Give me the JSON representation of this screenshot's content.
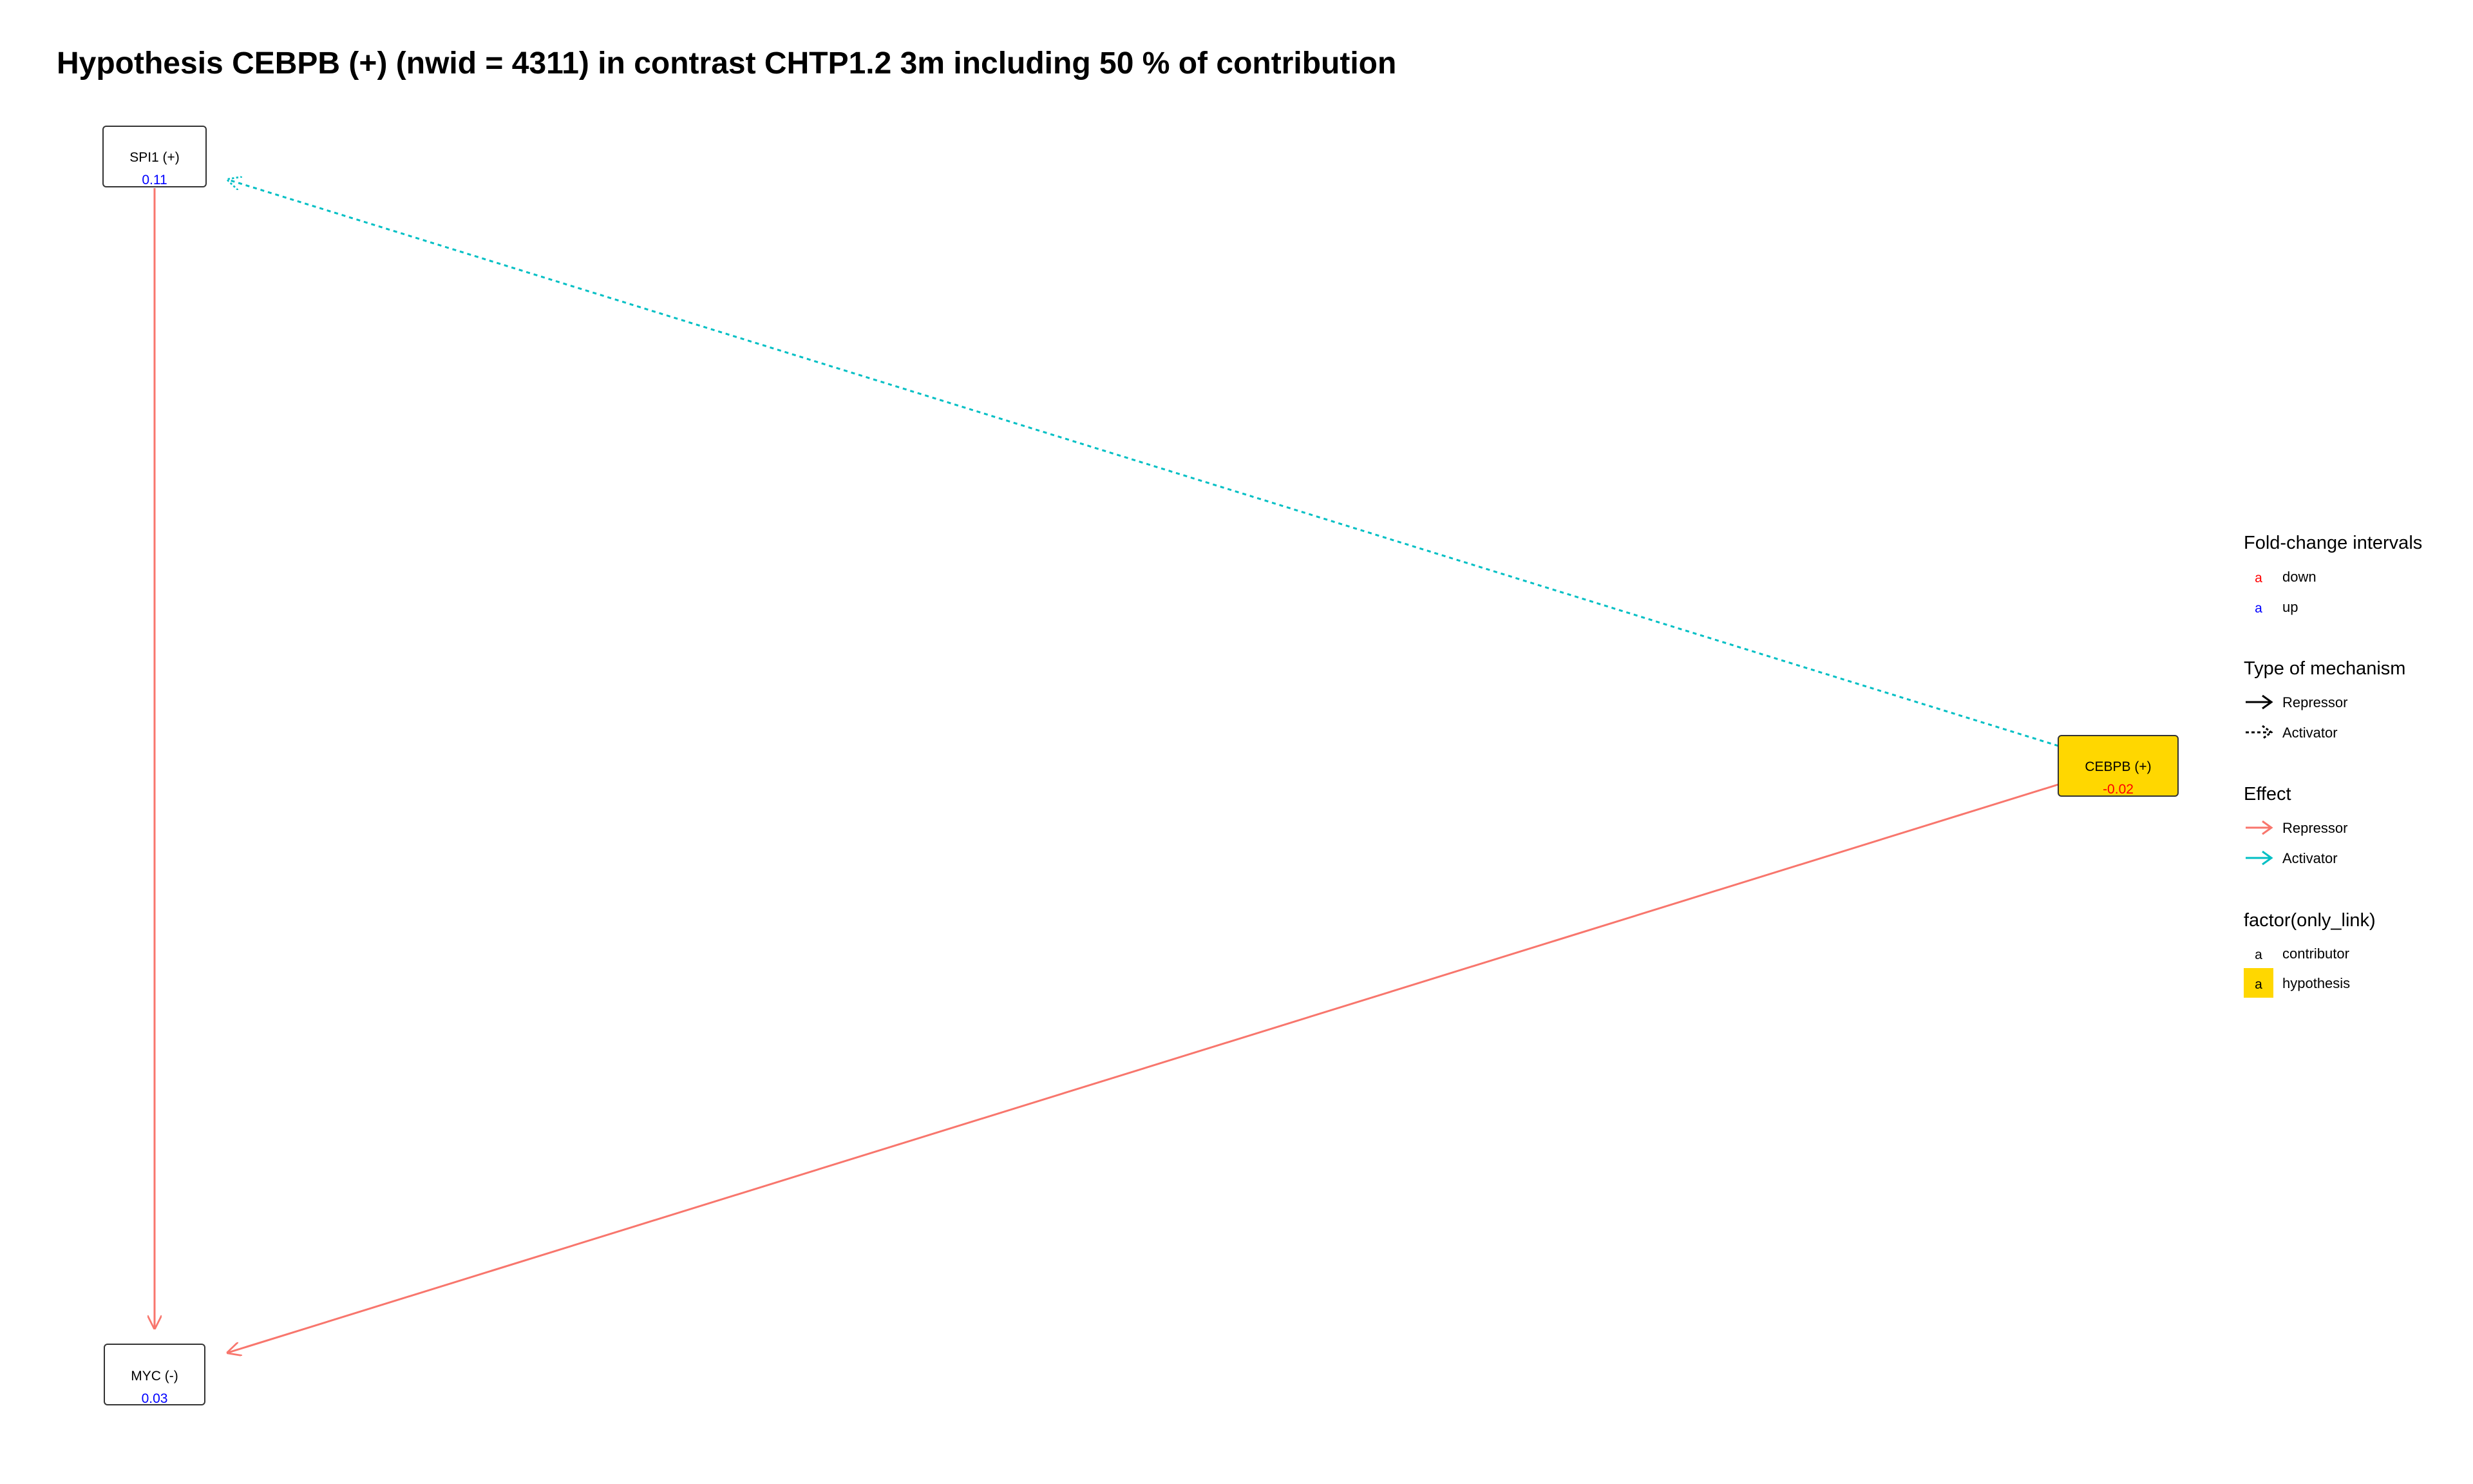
{
  "title": "Hypothesis  CEBPB (+) (nwid = 4311)  in contrast CHTP1.2 3m including  50 % of contribution",
  "colors": {
    "repressor_edge": "#F8766D",
    "activator_edge": "#00BFC4",
    "down": "#FF0000",
    "up": "#0000FF",
    "hypothesis_fill": "#FFD700",
    "contributor_fill": "#FFFFFF",
    "node_border": "#000000"
  },
  "nodes": {
    "spi1": {
      "label": "SPI1 (+)",
      "value": "0.11",
      "direction": "up",
      "role": "contributor"
    },
    "myc": {
      "label": "MYC (-)",
      "value": "0.03",
      "direction": "up",
      "role": "contributor"
    },
    "cebpb": {
      "label": "CEBPB (+)",
      "value": "-0.02",
      "direction": "down",
      "role": "hypothesis"
    }
  },
  "edges": [
    {
      "from": "CEBPB (+)",
      "to": "SPI1 (+)",
      "effect": "Activator",
      "mechanism": "Activator",
      "line": "dotted"
    },
    {
      "from": "SPI1 (+)",
      "to": "MYC (-)",
      "effect": "Repressor",
      "mechanism": "Repressor",
      "line": "solid"
    },
    {
      "from": "CEBPB (+)",
      "to": "MYC (-)",
      "effect": "Repressor",
      "mechanism": "Repressor",
      "line": "solid"
    }
  ],
  "legend": {
    "fold_change": {
      "title": "Fold-change intervals",
      "key_letter": "a",
      "items": [
        {
          "label": "down",
          "color": "#FF0000"
        },
        {
          "label": "up",
          "color": "#0000FF"
        }
      ]
    },
    "mechanism": {
      "title": "Type of mechanism",
      "items": [
        {
          "label": "Repressor",
          "line": "solid"
        },
        {
          "label": "Activator",
          "line": "dotted"
        }
      ]
    },
    "effect": {
      "title": "Effect",
      "items": [
        {
          "label": "Repressor",
          "color": "#F8766D"
        },
        {
          "label": "Activator",
          "color": "#00BFC4"
        }
      ]
    },
    "only_link": {
      "title": "factor(only_link)",
      "key_letter": "a",
      "items": [
        {
          "label": "contributor",
          "fill": "#FFFFFF"
        },
        {
          "label": "hypothesis",
          "fill": "#FFD700"
        }
      ]
    }
  }
}
